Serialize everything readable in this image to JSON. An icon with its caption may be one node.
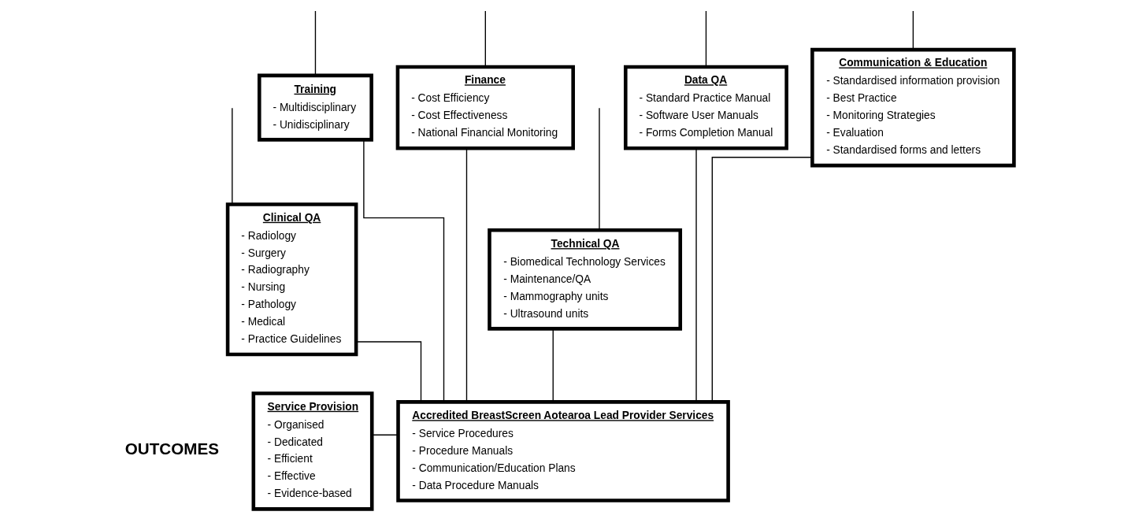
{
  "diagram": {
    "nodes": [
      {
        "text": [
          "Training",
          "- Multidisciplinary",
          "- Unidisciplinary"
        ]
      },
      {
        "text": [
          "Finance",
          "- Cost Efficiency",
          "- Cost Effectiveness",
          "- National Financial Monitoring"
        ]
      },
      {
        "text": [
          "Data QA",
          "- Standard Practice Manual",
          "- Software User Manuals",
          "- Forms Completion Manual"
        ]
      },
      {
        "text": [
          "Communication & Education",
          "- Standardised information provision",
          "- Best Practice",
          "- Monitoring Strategies",
          "- Evaluation",
          "- Standardised forms and letters"
        ]
      },
      {
        "text": [
          "Clinical QA",
          "- Radiology",
          "- Surgery",
          "- Radiography",
          "- Nursing",
          "- Pathology",
          "- Medical",
          "- Practice Guidelines"
        ]
      },
      {
        "text": [
          "Technical QA",
          "- Biomedical Technology Services",
          "- Maintenance/QA",
          "- Mammography units",
          "- Ultrasound units"
        ]
      },
      {
        "text": [
          "Accredited BreastScreen Aotearoa Lead Provider Services",
          "- Service Procedures",
          "- Procedure Manuals",
          "- Communication/Education Plans",
          "- Data Procedure Manuals"
        ]
      },
      {
        "text": [
          "Service Provision",
          "- Organised",
          "- Dedicated",
          "- Efficient",
          "- Effective",
          "- Evidence-based"
        ]
      }
    ],
    "edges": [
      {
        "from": null,
        "to": 0,
        "arrow": "none"
      },
      {
        "from": null,
        "to": 4,
        "arrow": "none"
      },
      {
        "from": null,
        "to": 1,
        "arrow": "none"
      },
      {
        "from": null,
        "to": 5,
        "arrow": "none"
      },
      {
        "from": null,
        "to": 2,
        "arrow": "none"
      },
      {
        "from": null,
        "to": 3,
        "arrow": "none"
      },
      {
        "from": 0,
        "to": 6,
        "arrow": "none"
      },
      {
        "from": 4,
        "to": 6,
        "arrow": "none"
      },
      {
        "from": 1,
        "to": 6,
        "arrow": "none"
      },
      {
        "from": 5,
        "to": 6,
        "arrow": "none"
      },
      {
        "from": 2,
        "to": 6,
        "arrow": "none"
      },
      {
        "from": 3,
        "to": 6,
        "arrow": "none"
      },
      {
        "from": 7,
        "to": 6,
        "arrow": "none"
      }
    ],
    "labels": [
      "OUTCOMES"
    ]
  }
}
